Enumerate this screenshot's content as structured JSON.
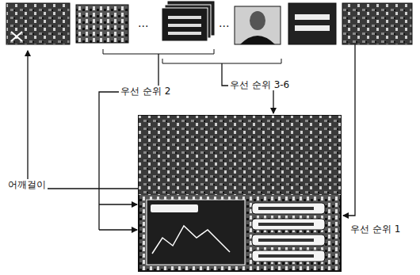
{
  "diagram": {
    "labels": [
      "어깨걸이",
      "우선 순위 2",
      "우선 순위 3-6",
      "우선 순위 1"
    ]
  }
}
